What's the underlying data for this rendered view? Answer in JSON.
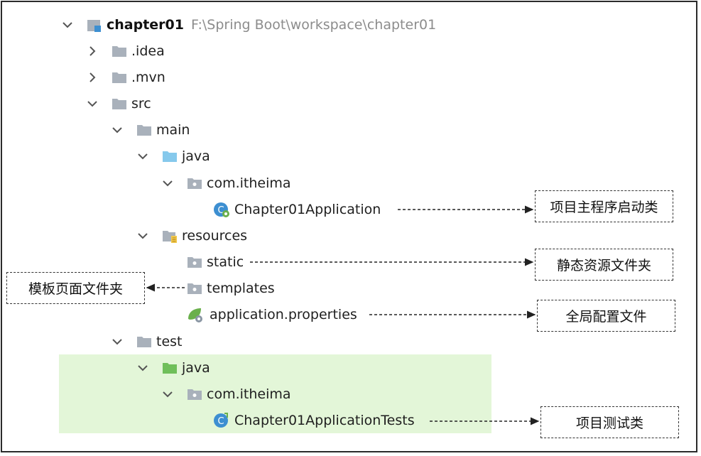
{
  "tree": {
    "root": {
      "name": "chapter01",
      "path": "F:\\Spring Boot\\workspace\\chapter01"
    },
    "items": {
      "idea": ".idea",
      "mvn": ".mvn",
      "src": "src",
      "main": "main",
      "main_java": "java",
      "main_package": "com.itheima",
      "main_class": "Chapter01Application",
      "resources": "resources",
      "static": "static",
      "templates": "templates",
      "properties": "application.properties",
      "test": "test",
      "test_java": "java",
      "test_package": "com.itheima",
      "test_class": "Chapter01ApplicationTests"
    }
  },
  "callouts": {
    "main_class": "项目主程序启动类",
    "static": "静态资源文件夹",
    "templates": "模板页面文件夹",
    "properties": "全局配置文件",
    "test_class": "项目测试类"
  },
  "colors": {
    "folder": "#a9b1bb",
    "source_folder": "#86c9ec",
    "test_folder": "#6fbf5a",
    "test_highlight": "#e3f6d8",
    "class_icon": "#3d8fd1",
    "spring_leaf": "#6ab04c"
  },
  "icons": [
    "chevron-down-icon",
    "chevron-right-icon",
    "module-icon",
    "folder-icon",
    "package-icon",
    "resources-folder-icon",
    "spring-boot-class-icon",
    "spring-properties-icon",
    "test-class-icon"
  ]
}
